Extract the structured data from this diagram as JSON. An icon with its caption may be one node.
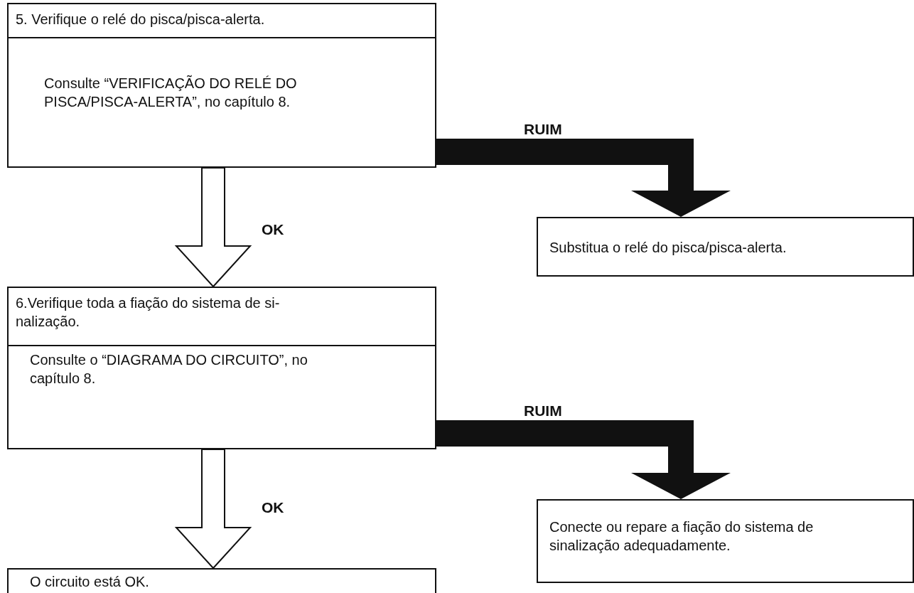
{
  "diagram": {
    "nodes": [
      {
        "text": [
          "5. Verifique o relé do pisca/pisca-alerta.",
          "Consulte “VERIFICAÇÃO DO RELÉ DO PISCA/PISCA-ALERTA”, no capítulo 8."
        ]
      },
      {
        "text": [
          "Substitua o relé do pisca/pisca-alerta."
        ]
      },
      {
        "text": [
          "6.Verifique toda a fiação do sistema de si- nalização.",
          "Consulte o “DIAGRAMA DO CIRCUITO”, no capítulo 8."
        ]
      },
      {
        "text": [
          "Conecte ou repare a fiação do sistema de sinalização adequadamente."
        ]
      },
      {
        "text": [
          "O circuito está OK."
        ]
      }
    ],
    "edges": [
      {
        "from": 0,
        "to": 1,
        "arrow": "to",
        "label": "RUIM",
        "style": "thick"
      },
      {
        "from": 0,
        "to": 2,
        "arrow": "to",
        "label": "OK"
      },
      {
        "from": 2,
        "to": 3,
        "arrow": "to",
        "label": "RUIM",
        "style": "thick"
      },
      {
        "from": 2,
        "to": 4,
        "arrow": "to",
        "label": "OK"
      }
    ]
  }
}
